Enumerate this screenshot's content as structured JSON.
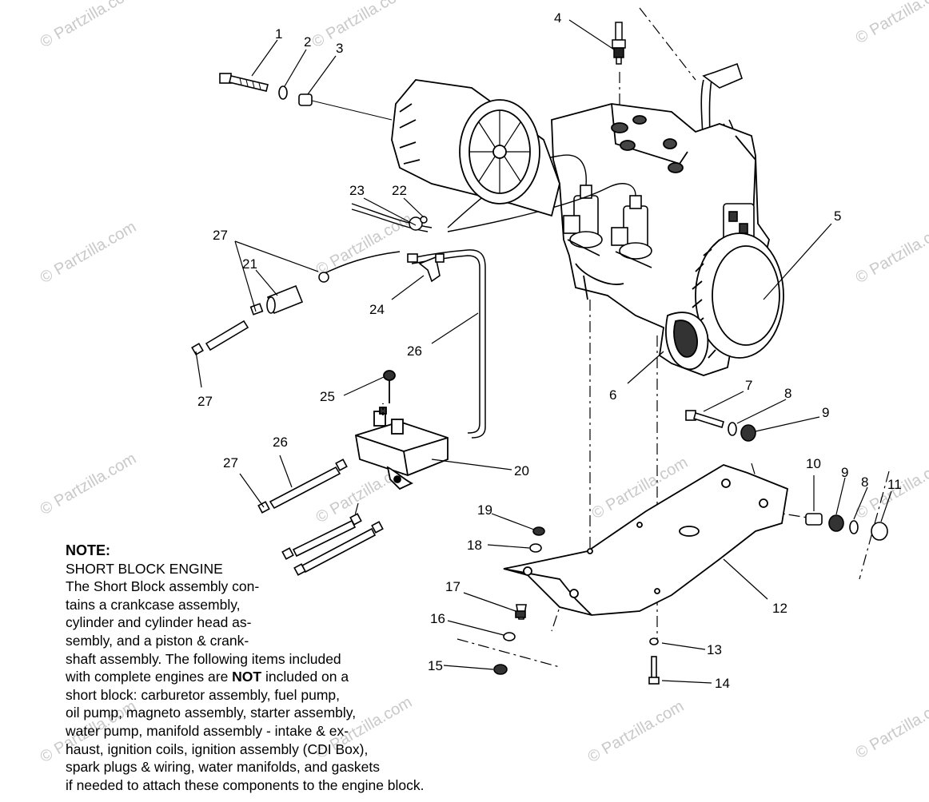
{
  "watermark": "© Partzilla.com",
  "callouts": [
    "1",
    "2",
    "3",
    "4",
    "5",
    "6",
    "7",
    "8",
    "9",
    "10",
    "9",
    "8",
    "11",
    "12",
    "13",
    "14",
    "15",
    "16",
    "17",
    "18",
    "19",
    "20",
    "21",
    "22",
    "23",
    "24",
    "25",
    "26",
    "26",
    "27",
    "27",
    "27"
  ],
  "note": {
    "title": "NOTE:",
    "lines": [
      "SHORT BLOCK ENGINE",
      "The Short Block assembly con-",
      "tains a crankcase assembly,",
      "cylinder and cylinder head as-",
      "sembly, and a piston & crank-",
      "shaft assembly.  The following items included",
      "with complete engines are ",
      "NOT",
      " included on a",
      "short block:  carburetor assembly, fuel pump,",
      "oil pump, magneto assembly, starter assembly,",
      "water pump, manifold assembly - intake & ex-",
      "haust, ignition coils, ignition assembly (CDI Box),",
      "spark plugs & wiring, water manifolds, and gaskets",
      "if needed to attach these components to the engine block."
    ]
  }
}
